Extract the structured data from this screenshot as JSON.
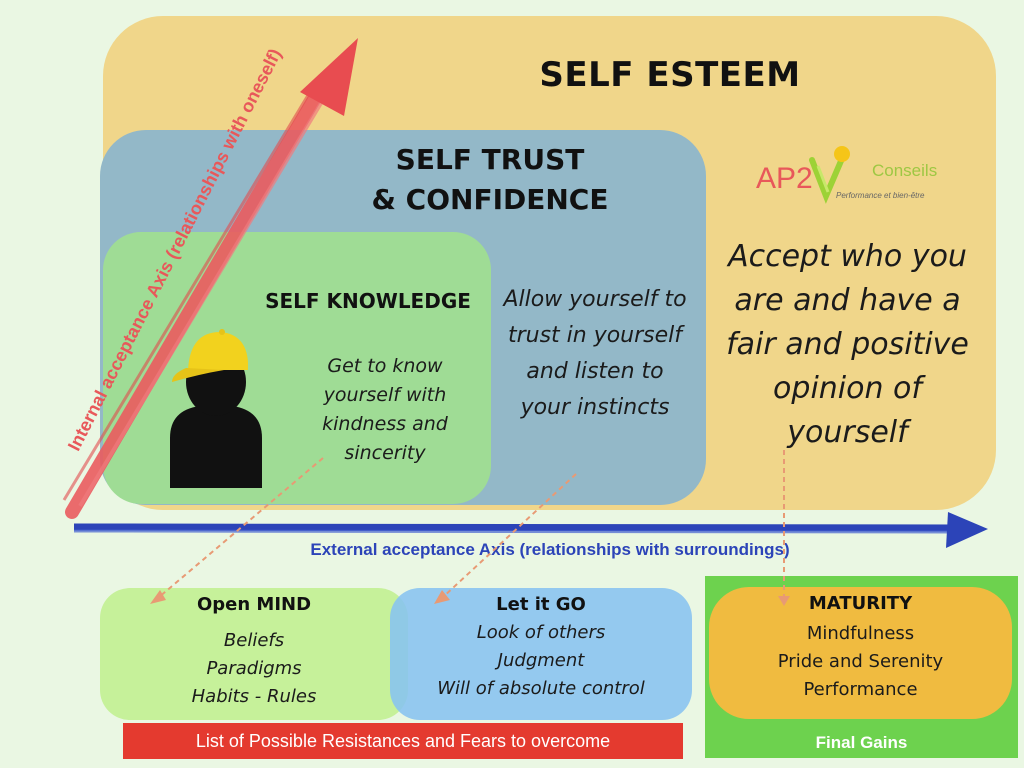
{
  "diagram": {
    "self_esteem": {
      "title": "SELF ESTEEM",
      "description": "Accept who you are and have a fair and positive opinion of yourself"
    },
    "self_trust": {
      "title_line1": "SELF TRUST",
      "title_line2": "& CONFIDENCE",
      "description": "Allow yourself to trust in yourself and listen to your instincts"
    },
    "self_knowledge": {
      "title": "SELF KNOWLEDGE",
      "description": "Get to know yourself with kindness and sincerity"
    },
    "logo": {
      "main": "AP2",
      "brand": "Conseils",
      "tagline": "Performance et bien-être"
    },
    "internal_axis_label": "Internal acceptance Axis (relationships with oneself)",
    "external_axis_label": "External acceptance Axis (relationships with surroundings)",
    "open_mind": {
      "title": "Open MIND",
      "items": [
        "Beliefs",
        "Paradigms",
        "Habits - Rules"
      ]
    },
    "let_it_go": {
      "title": "Let it GO",
      "items": [
        "Look of others",
        "Judgment",
        "Will of absolute control"
      ]
    },
    "maturity": {
      "title": "MATURITY",
      "items": [
        "Mindfulness",
        "Pride and Serenity",
        "Performance"
      ]
    },
    "resistances_label": "List of Possible Resistances and Fears to overcome",
    "final_gains_label": "Final Gains",
    "colors": {
      "self_esteem": "#f0d68a",
      "self_trust": "#93b8c8",
      "self_knowledge": "#9fdc95",
      "internal_axis": "#e8585a",
      "external_axis": "#2c44b8",
      "resistances_bar": "#e43a2f",
      "final_gains": "#6dd24e",
      "maturity": "#f0bb40"
    }
  }
}
